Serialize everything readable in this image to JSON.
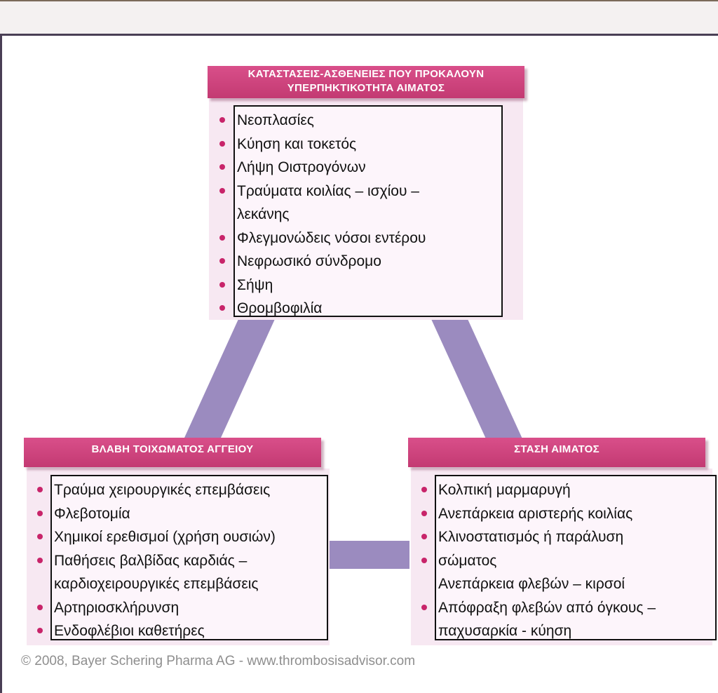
{
  "top": {
    "title_lines": [
      "ΚΑΤΑΣΤΑΣΕΙΣ-ΑΣΘΕΝΕΙΕΣ ΠΟΥ ΠΡΟΚΑΛΟΥΝ",
      "ΥΠΕΡΠΗΚΤΙΚΟΤΗΤΑ ΑΙΜΑΤΟΣ"
    ],
    "items": [
      "Νεοπλασίες",
      "Κύηση και τοκετός",
      "Λήψη Οιστρογόνων",
      "Τραύματα κοιλίας – ισχίου –",
      "λεκάνης",
      "Φλεγμονώδεις νόσοι εντέρου",
      "Νεφρωσικό σύνδρομο",
      "Σήψη",
      "Θρομβοφιλία"
    ]
  },
  "left": {
    "title": "ΒΛΑΒΗ ΤΟΙΧΩΜΑΤΟΣ ΑΓΓΕΙΟΥ",
    "items": [
      "Τραύμα χειρουργικές επεμβάσεις",
      "Φλεβοτομία",
      "Χημικοί ερεθισμοί (χρήση ουσιών)",
      "Παθήσεις βαλβίδας καρδιάς –",
      "καρδιοχειρουργικές επεμβάσεις",
      "Αρτηριοσκλήρυνση",
      "Ενδοφλέβιοι καθετήρες"
    ]
  },
  "right": {
    "title": "ΣΤΑΣΗ ΑΙΜΑΤΟΣ",
    "items": [
      "Κολπική μαρμαρυγή",
      "Ανεπάρκεια αριστερής κοιλίας",
      "Κλινοστατισμός ή παράλυση",
      "σώματος",
      "Ανεπάρκεια φλεβών – κιρσοί",
      "Απόφραξη φλεβών από όγκους –",
      "παχυσαρκία - κύηση"
    ]
  },
  "footer": "© 2008, Bayer Schering Pharma AG - www.thrombosisadvisor.com",
  "colors": {
    "header": "#c33a72",
    "panel": "#f7e8f2",
    "connector": "#9b8bbf",
    "bullet": "#c8246a"
  }
}
